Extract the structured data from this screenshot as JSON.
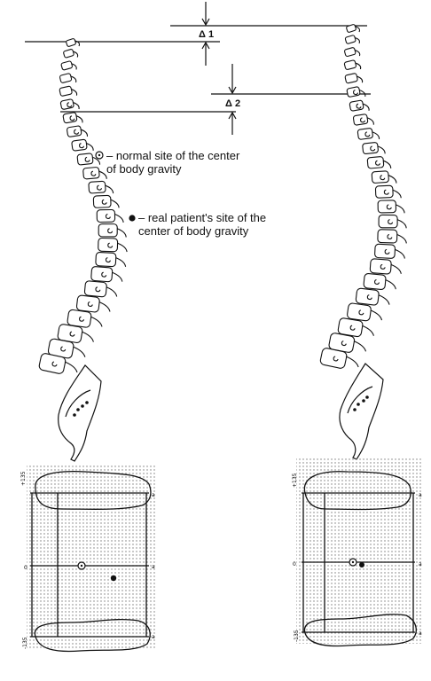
{
  "deltas": {
    "delta1": "Δ 1",
    "delta2": "Δ 2"
  },
  "legend": {
    "normal_marker": "o",
    "normal_text": "– normal site of the center\nof body gravity",
    "real_marker": "•",
    "real_text": "– real patient's site of the\ncenter of body gravity"
  },
  "plates": {
    "left": {
      "top_tick": "+135",
      "mid_left": "0",
      "bottom_tick": "-135",
      "right_top": "a",
      "right_mid": "a",
      "right_bottom": "a"
    },
    "right": {
      "top_tick": "+135",
      "mid_left": "0",
      "bottom_tick": "-135",
      "right_top": "a",
      "right_mid": "a",
      "right_bottom": "a"
    }
  },
  "colors": {
    "ink": "#111111",
    "grid_dot": "#777777",
    "paper": "#ffffff"
  }
}
